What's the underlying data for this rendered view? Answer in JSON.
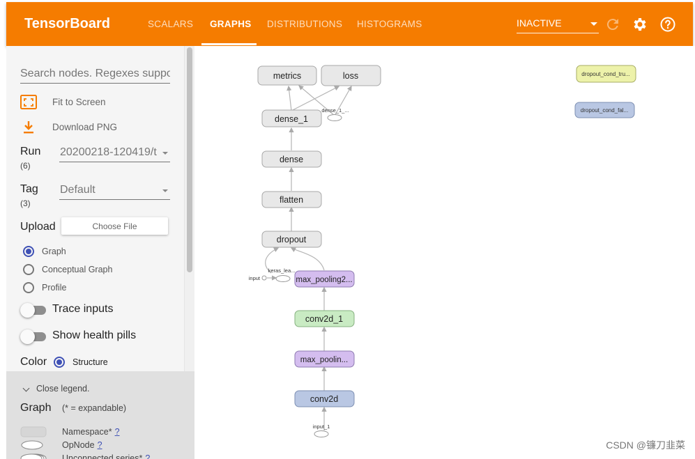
{
  "header": {
    "logo": "TensorBoard",
    "tabs": [
      {
        "label": "SCALARS"
      },
      {
        "label": "GRAPHS"
      },
      {
        "label": "DISTRIBUTIONS"
      },
      {
        "label": "HISTOGRAMS"
      }
    ],
    "status_select": "INACTIVE",
    "accent": "#f57c00"
  },
  "sidebar": {
    "search_placeholder": "Search nodes. Regexes supported.",
    "fit_label": "Fit to Screen",
    "download_label": "Download PNG",
    "run_label": "Run",
    "run_count": "(6)",
    "run_value": "20200218-120419/t",
    "tag_label": "Tag",
    "tag_count": "(3)",
    "tag_value": "Default",
    "upload_label": "Upload",
    "choose_file": "Choose File",
    "graph_types": [
      {
        "label": "Graph",
        "checked": true
      },
      {
        "label": "Conceptual Graph",
        "checked": false
      },
      {
        "label": "Profile",
        "checked": false
      }
    ],
    "trace_inputs": "Trace inputs",
    "health_pills": "Show health pills",
    "color_label": "Color",
    "color_option": "Structure"
  },
  "legend": {
    "close_label": "Close legend.",
    "title": "Graph",
    "expandable_note": "(* = expandable)",
    "items": [
      {
        "label": "Namespace*",
        "q": "?"
      },
      {
        "label": "OpNode",
        "q": "?"
      },
      {
        "label": "Unconnected series*",
        "q": "?"
      }
    ]
  },
  "graph": {
    "nodes": {
      "metrics": "metrics",
      "loss": "loss",
      "dense_1": "dense_1",
      "dense": "dense",
      "flatten": "flatten",
      "dropout": "dropout",
      "max_pooling2d_1": "max_pooling2...",
      "conv2d_1": "conv2d_1",
      "max_pooling2d": "max_poolin...",
      "conv2d": "conv2d",
      "dropout_cond_true": "dropout_cond_tru...",
      "dropout_cond_false": "dropout_cond_fal..."
    },
    "small_labels": {
      "dense_1_op": "dense_1_...",
      "keras_learning": "keras_lea...",
      "input_op": "input",
      "input_1": "input_1"
    },
    "colors": {
      "namespace_gray": "#e8e8e8",
      "purple": "#d4bdef",
      "green": "#c9ebc3",
      "blue": "#b9c7e3",
      "yellow": "#edf2aa"
    }
  },
  "watermark": "CSDN @镰刀韭菜"
}
